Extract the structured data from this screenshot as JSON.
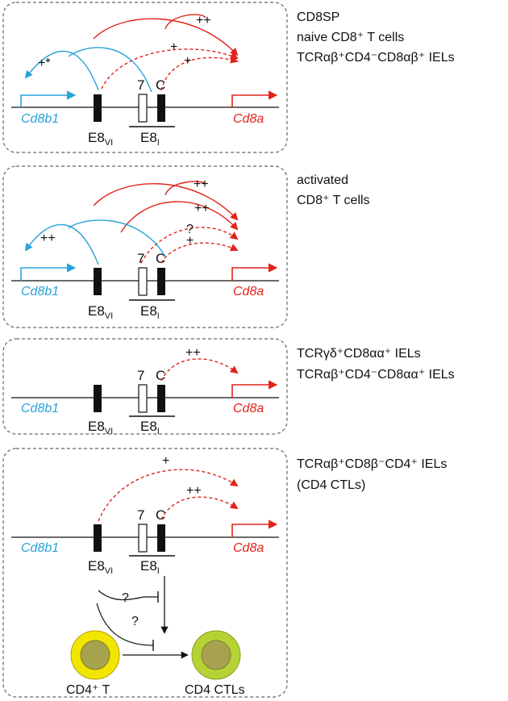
{
  "genes": {
    "left": "Cd8b1",
    "right": "Cd8a"
  },
  "elements": {
    "e8vi_main": "E8",
    "e8vi_sub": "VI",
    "e8i_main": "E8",
    "e8i_sub": "I",
    "e7": "7",
    "ec": "C"
  },
  "colors": {
    "cd8b1": "#29a3d8",
    "cd8a": "#e2231a",
    "frame": "#666666",
    "cell_left": "#f2e600",
    "cell_right": "#b5d334",
    "nucleus": "#a7a24e"
  },
  "panel1": {
    "desc": [
      "CD8SP",
      "naive CD8⁺ T cells",
      "TCRαβ⁺CD4⁻CD8αβ⁺ IELs"
    ],
    "signs": [
      "++",
      "+",
      "+",
      "+*"
    ]
  },
  "panel2": {
    "desc": [
      "activated",
      "CD8⁺ T cells"
    ],
    "signs": [
      "++",
      "++",
      "?",
      "+",
      "++"
    ]
  },
  "panel3": {
    "desc": [
      "TCRγδ⁺CD8αα⁺ IELs",
      "TCRαβ⁺CD4⁻CD8αα⁺ IELs"
    ],
    "signs": [
      "++"
    ]
  },
  "panel4": {
    "desc": [
      "TCRαβ⁺CD8β⁻CD4⁺ IELs",
      "(CD4 CTLs)"
    ],
    "signs": [
      "+",
      "++",
      "?",
      "?"
    ],
    "cells": {
      "left": "CD4⁺ T",
      "right": "CD4 CTLs"
    }
  }
}
